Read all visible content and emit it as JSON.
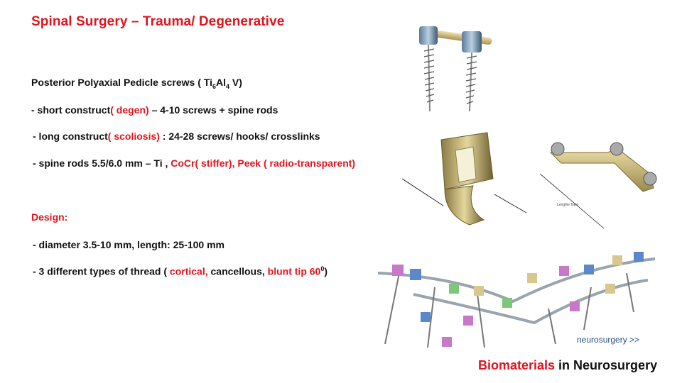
{
  "slide": {
    "title": "Spinal Surgery – Trauma/ Degenerative"
  },
  "content": {
    "heading_a": "Posterior Polyaxial Pedicle screws ( Ti",
    "heading_sub1": "6",
    "heading_b": "Al",
    "heading_sub2": "4",
    "heading_c": " V)",
    "short_a": "- short construct",
    "short_red": "( degen)",
    "short_b": " – 4-10 screws + spine rods",
    "long_a": "- long construct",
    "long_red": "( scoliosis)",
    "long_b": " : 24-28 screws/ hooks/ crosslinks",
    "rods_a": "- spine rods 5.5/6.0 mm – Ti , ",
    "rods_red": "CoCr( stiffer), Peek ( radio-transparent)",
    "design_label": "Design:",
    "diameter": "- diameter 3.5-10 mm, length: 25-100 mm",
    "thread_a": "- 3 different types of thread ( ",
    "thread_red1": "cortical,",
    "thread_b": " cancellous, ",
    "thread_red2": "blunt tip 60",
    "thread_sup": "0",
    "thread_c": ")"
  },
  "images": {
    "crosslink_caption": "Lengthe fotes"
  },
  "footer": {
    "nav_link": "neurosurgery >>",
    "brand_red": "Biomaterials",
    "brand_rest": " in Neurosurgery"
  },
  "colors": {
    "accent_red": "#e0141e",
    "link_blue": "#1f4e8c"
  }
}
